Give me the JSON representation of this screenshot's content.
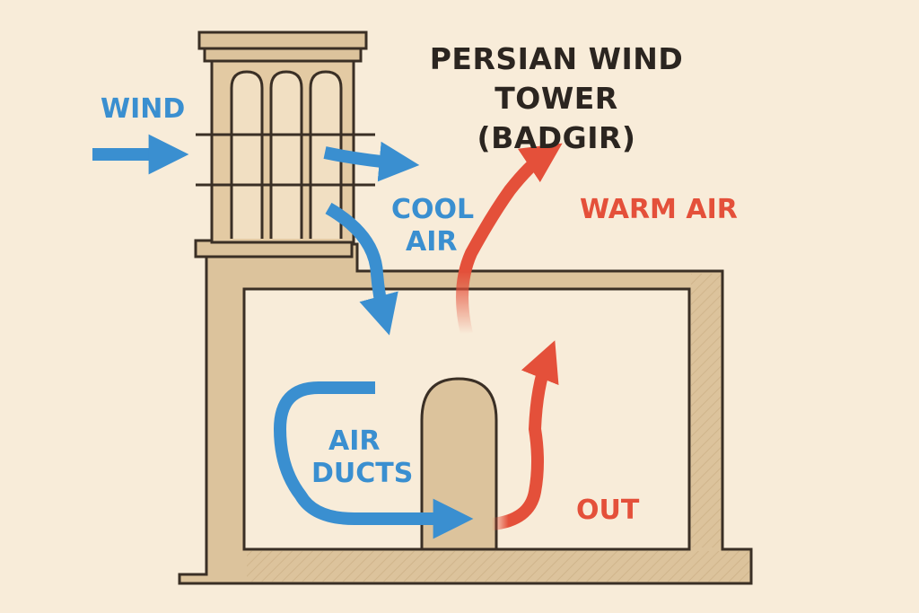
{
  "title": {
    "line1": "PERSIAN WIND",
    "line2": "TOWER (BADGIR)"
  },
  "labels": {
    "wind": "WIND",
    "cool_air_1": "COOL",
    "cool_air_2": "AIR",
    "warm_air": "WARM AIR",
    "air_ducts_1": "AIR",
    "air_ducts_2": "DUCTS",
    "out": "OUT"
  },
  "colors": {
    "background": "#f8ecd9",
    "wall": "#dcc39c",
    "outline": "#3a2f25",
    "cool_air": "#3a8fd0",
    "warm_air": "#e4503a"
  }
}
